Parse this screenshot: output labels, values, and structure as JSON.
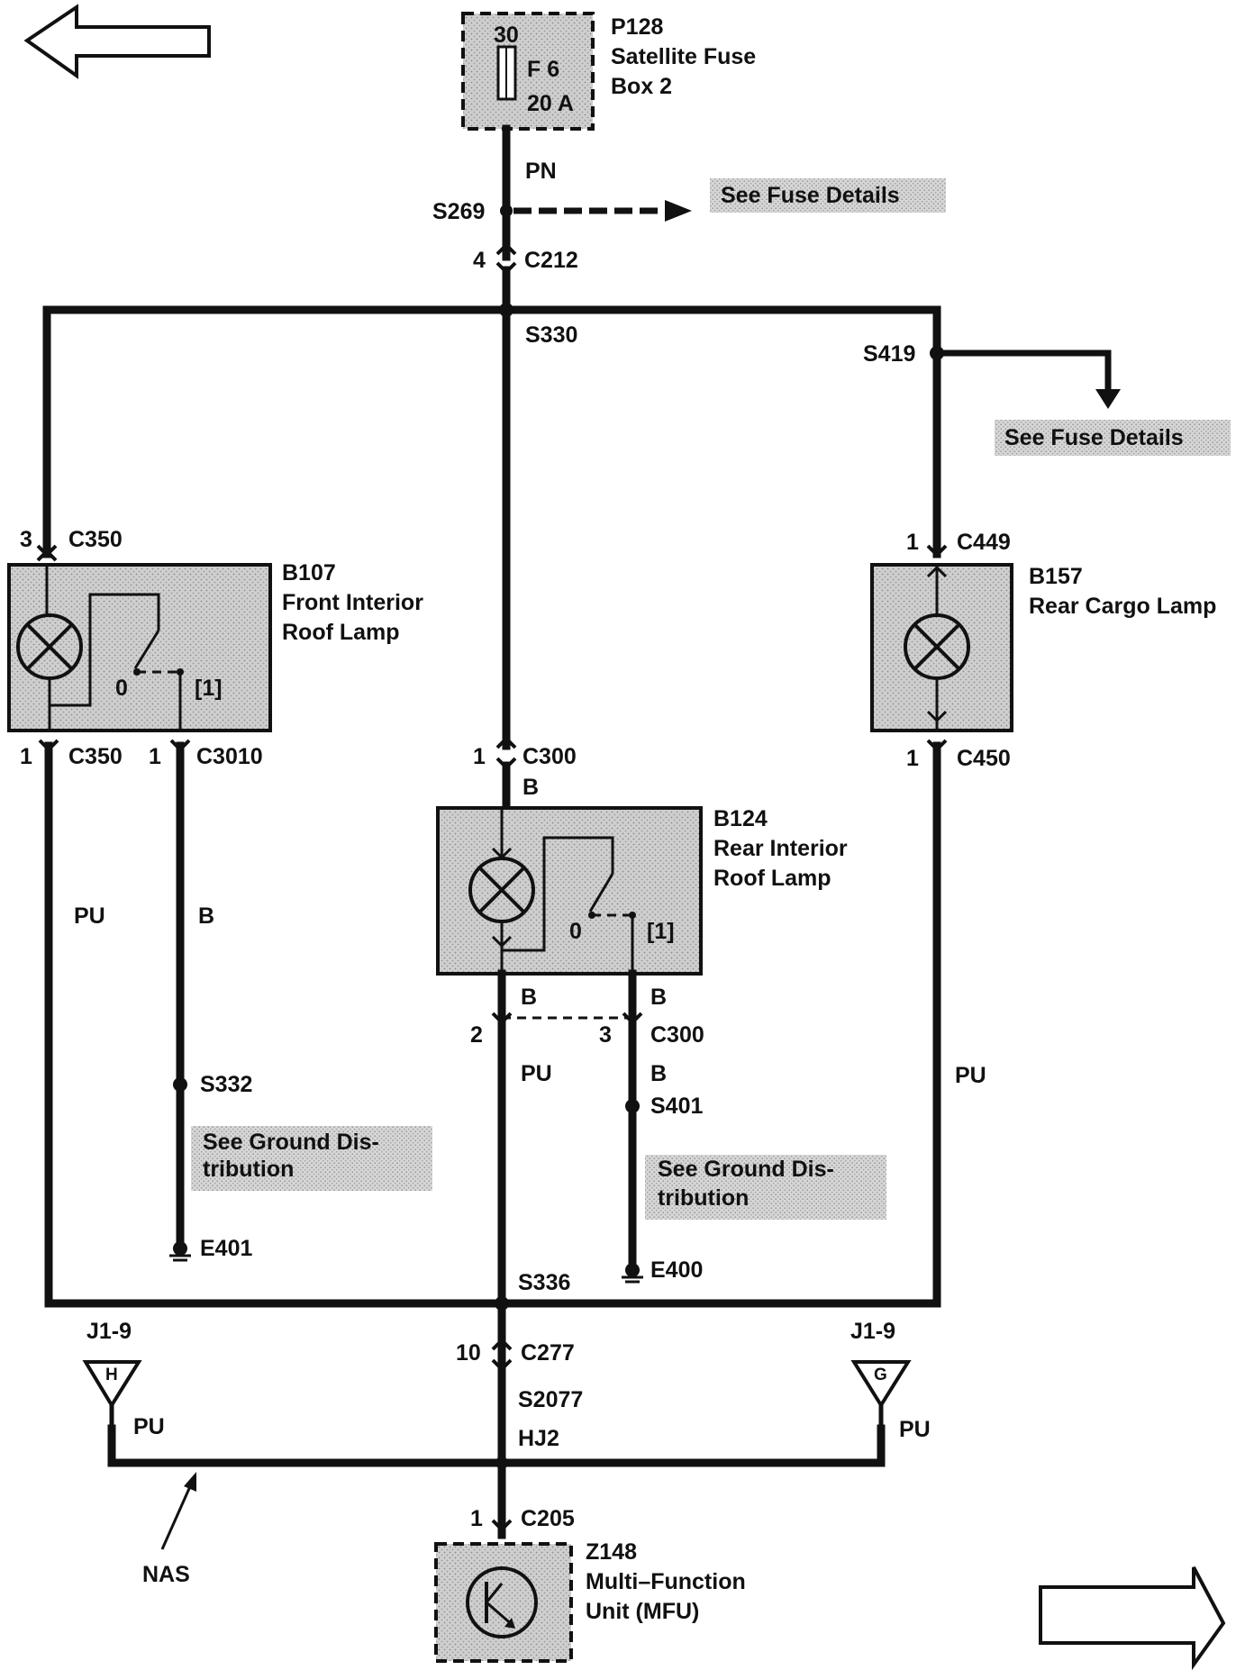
{
  "fuse_box": {
    "id": "P128",
    "name_line1": "Satellite Fuse",
    "name_line2": "Box 2",
    "pin": "30",
    "fuse": "F 6",
    "rating": "20 A"
  },
  "wires": {
    "pn": "PN",
    "pu_left": "PU",
    "b_front_switch": "B",
    "b_c300_top": "B",
    "b_b124_left": "B",
    "b_b124_right": "B",
    "pu_center": "PU",
    "b_s401": "B",
    "pu_right": "PU",
    "pu_nas_left": "PU",
    "pu_nas_right": "PU",
    "hj2": "HJ2"
  },
  "splices": {
    "s269": "S269",
    "s330": "S330",
    "s419": "S419",
    "s332": "S332",
    "s401": "S401",
    "s336": "S336",
    "s2077": "S2077"
  },
  "connectors": {
    "c212": {
      "pin": "4",
      "id": "C212"
    },
    "c350_top": {
      "pin": "3",
      "id": "C350"
    },
    "c350_bottom": {
      "pin": "1",
      "id": "C350"
    },
    "c3010": {
      "pin": "1",
      "id": "C3010"
    },
    "c449": {
      "pin": "1",
      "id": "C449"
    },
    "c450": {
      "pin": "1",
      "id": "C450"
    },
    "c300_top": {
      "pin": "1",
      "id": "C300"
    },
    "c300_pin2": {
      "pin": "2"
    },
    "c300_pin3": {
      "pin": "3",
      "id": "C300"
    },
    "c277": {
      "pin": "10",
      "id": "C277"
    },
    "c205": {
      "pin": "1",
      "id": "C205"
    }
  },
  "components": {
    "b107": {
      "id": "B107",
      "line1": "Front Interior",
      "line2": "Roof Lamp",
      "switch_off": "0",
      "switch_on": "[1]"
    },
    "b157": {
      "id": "B157",
      "line1": "Rear Cargo Lamp"
    },
    "b124": {
      "id": "B124",
      "line1": "Rear Interior",
      "line2": "Roof Lamp",
      "switch_off": "0",
      "switch_on": "[1]"
    },
    "z148": {
      "id": "Z148",
      "line1": "Multi–Function",
      "line2": "Unit (MFU)"
    }
  },
  "grounds": {
    "e401": "E401",
    "e400": "E400"
  },
  "notes": {
    "fuse_details_1": "See Fuse Details",
    "fuse_details_2": "See Fuse Details",
    "ground_dist_1_line1": "See Ground Dis-",
    "ground_dist_1_line2": "tribution",
    "ground_dist_2_line1": "See Ground Dis-",
    "ground_dist_2_line2": "tribution"
  },
  "junctions": {
    "left": {
      "id": "J1-9",
      "letter": "H"
    },
    "right": {
      "id": "J1-9",
      "letter": "G"
    }
  },
  "nas": "NAS"
}
